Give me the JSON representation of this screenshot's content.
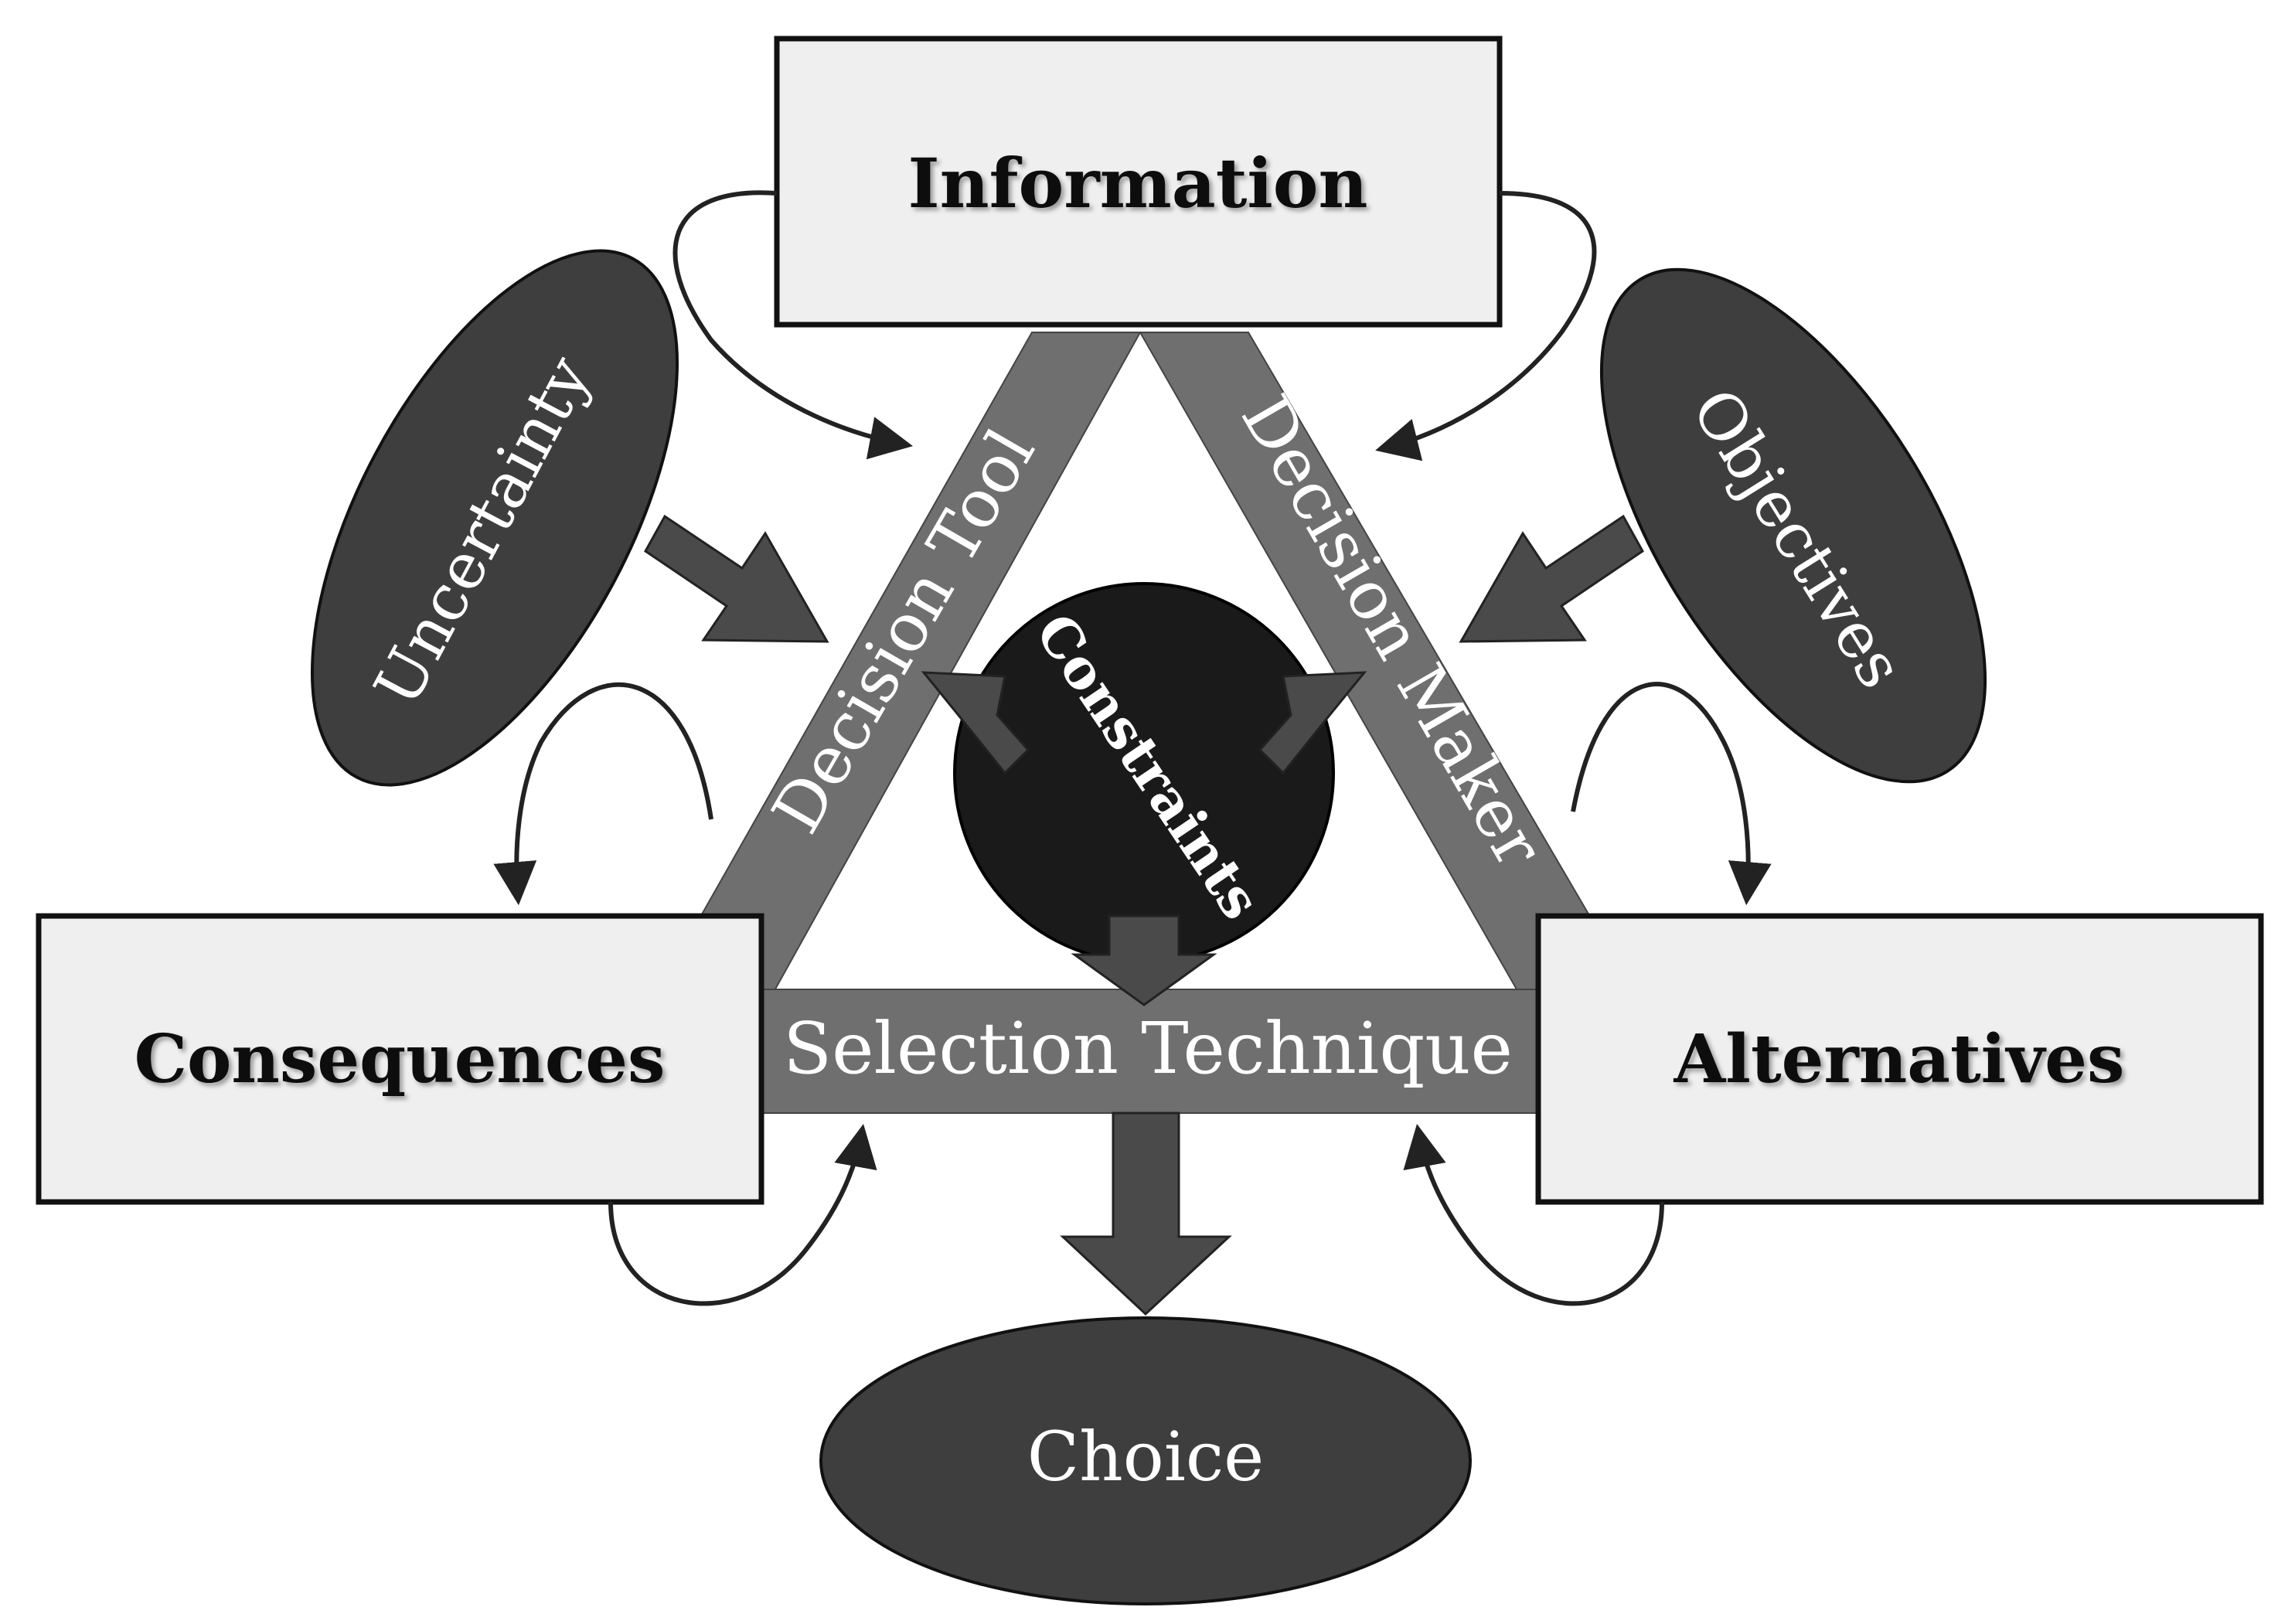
{
  "nodes": {
    "information": "Information",
    "consequences": "Consequences",
    "alternatives": "Alternatives",
    "uncertainty": "Uncertainty",
    "objectives": "Objectives",
    "constraints": "Constraints",
    "choice": "Choice"
  },
  "edges": {
    "decision_tool": "Decision Tool",
    "decision_maker": "Decision Maker",
    "selection_technique": "Selection Technique"
  },
  "colors": {
    "box_fill": "#efefef",
    "outline": "#111111",
    "band": "#6f6f6f",
    "ellipse": "#3e3e3e",
    "circle": "#1a1a1a",
    "arrow_block": "#4a4a4a",
    "label_light": "#ffffff",
    "label_dark": "#111111"
  }
}
